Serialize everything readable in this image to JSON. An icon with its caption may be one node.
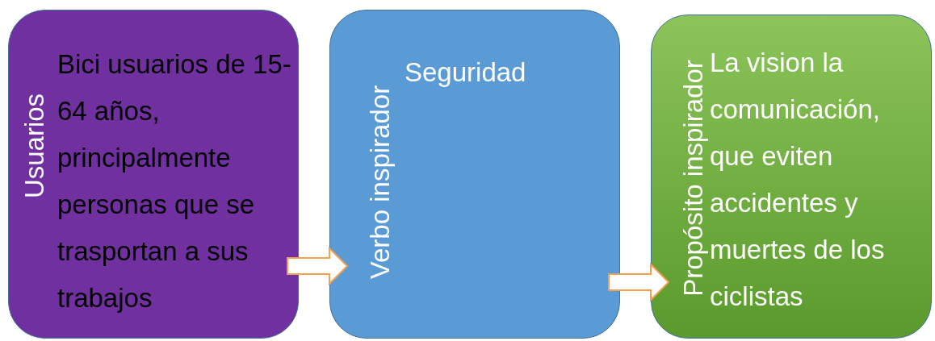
{
  "diagram": {
    "nodes": [
      {
        "text": [
          "Usuarios",
          "Bici usuarios de 15-64 años, principalmente personas que se trasportan a sus trabajos"
        ]
      },
      {
        "text": [
          "Verbo inspirador",
          "Seguridad"
        ]
      },
      {
        "text": [
          "Propósito inspirador",
          "La vision la comunicación, que eviten accidentes y muertes de los ciclistas"
        ]
      }
    ],
    "edges": [
      {
        "from": 0,
        "to": 1,
        "arrow": "to"
      },
      {
        "from": 1,
        "to": 2,
        "arrow": "to"
      }
    ]
  }
}
